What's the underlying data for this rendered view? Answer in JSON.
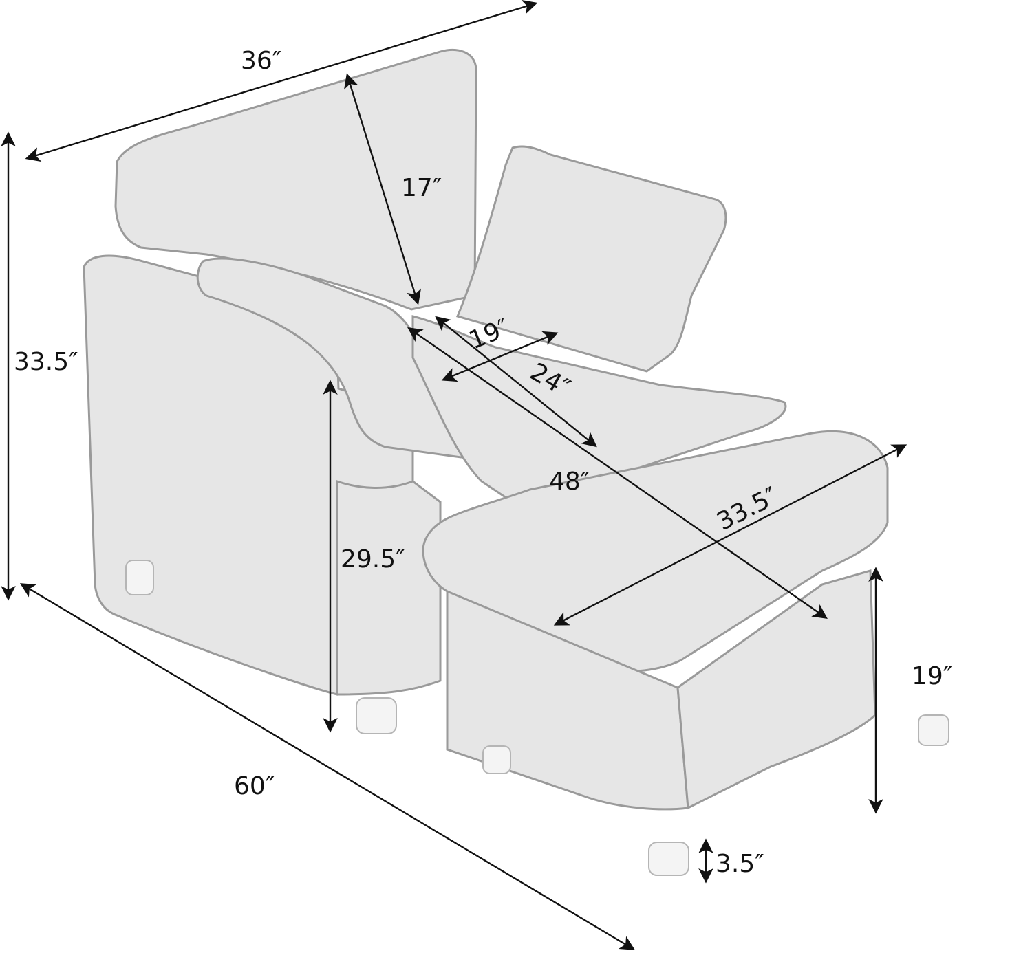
{
  "dimensions": {
    "total_width": "36″",
    "total_height": "33.5″",
    "backrest_height": "17″",
    "seat_width": "19″",
    "seat_depth": "24″",
    "chaise_depth": "48″",
    "ottoman_width": "33.5″",
    "arm_height": "29.5″",
    "total_length": "60″",
    "ottoman_height": "19″",
    "leg_height": "3.5″"
  },
  "colors": {
    "upholstery": "#e6e6e6",
    "outline": "#9a9a9a",
    "arrow": "#111111"
  }
}
